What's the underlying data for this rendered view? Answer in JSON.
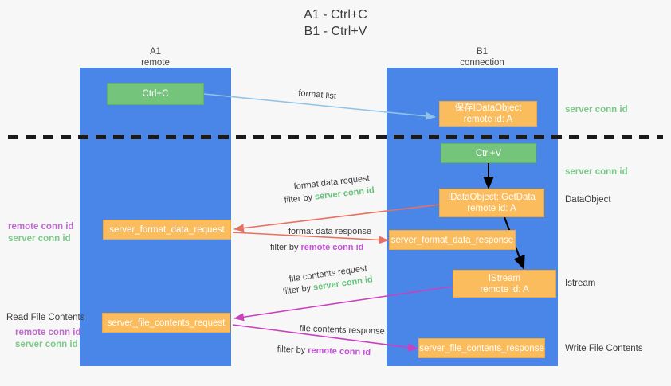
{
  "title": "A1 - Ctrl+C\nB1 - Ctrl+V",
  "columns": [
    {
      "name": "A1",
      "sub": "remote",
      "header": "A1\nremote"
    },
    {
      "name": "B1",
      "sub": "connection",
      "header": "B1\nconnection"
    }
  ],
  "boxes": {
    "ctrl_c": "Ctrl+C",
    "ctrl_v": "Ctrl+V",
    "save_idataobject": "保存IDataObject\nremote id: A",
    "getdata": "IDataObject::GetData\nremote id: A",
    "istream": "IStream\nremote id: A",
    "server_format_data_request": "server_format_data_request",
    "server_format_data_response": "server_format_data_response",
    "server_file_contents_request": "server_file_contents_request",
    "server_file_contents_response": "server_file_contents_response"
  },
  "arrow_labels": {
    "format_list": "format list",
    "format_data_request": "format data request",
    "format_data_request_filter_prefix": "filter by ",
    "format_data_request_filter_value": "server conn id",
    "format_data_response": "format data response",
    "format_data_response_filter_prefix": "filter by ",
    "format_data_response_filter_value": "remote conn id",
    "file_contents_request": "file contents request",
    "file_contents_request_filter_prefix": "filter by ",
    "file_contents_request_filter_value": "server conn id",
    "file_contents_response": "file contents response",
    "file_contents_response_filter_prefix": "filter by ",
    "file_contents_response_filter_value": "remote conn id"
  },
  "right_labels": {
    "server_conn_id_top": "server conn id",
    "server_conn_id_mid": "server conn id",
    "dataobject": "DataObject",
    "istream": "Istream",
    "write_file_contents": "Write File Contents"
  },
  "left_labels": {
    "conn_ids_upper_remote": "remote conn id",
    "conn_ids_upper_server": "server conn id",
    "read_file_contents": "Read File Contents",
    "conn_ids_lower_remote": "remote conn id",
    "conn_ids_lower_server": "server conn id"
  },
  "colors": {
    "column": "#4a86e8",
    "box_orange": "#fbbc5e",
    "box_green": "#74c47c",
    "arrow_blue": "#8fc4e8",
    "arrow_red": "#e8705f",
    "arrow_magenta": "#cc3fbe",
    "arrow_black": "#000000",
    "green_text": "#7cc98a",
    "purple_text": "#c06ad0",
    "background": "#f7f7f7"
  }
}
